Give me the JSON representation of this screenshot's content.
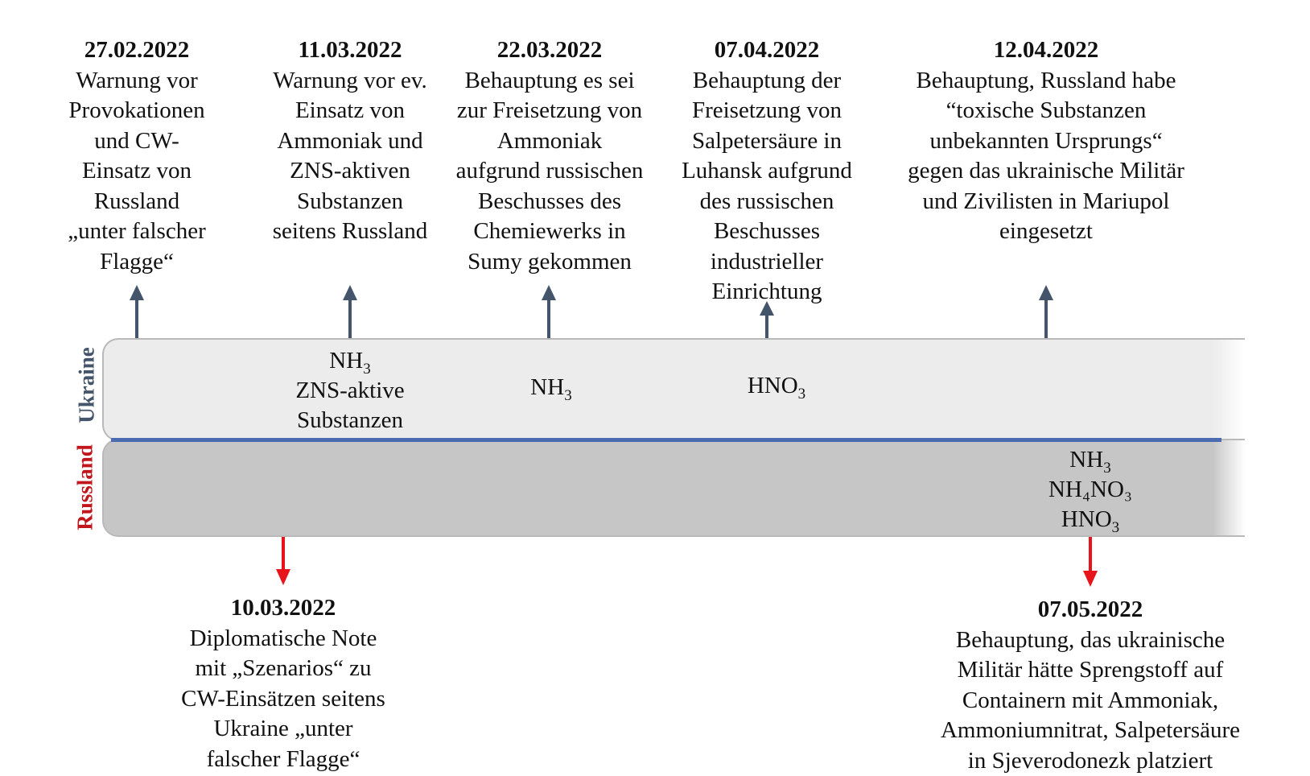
{
  "colors": {
    "up_arrow": "#44546a",
    "down_arrow": "#e8141c",
    "ukraine_band": "#ececec",
    "russia_band": "#c6c6c6",
    "divider": "#4a6bb0",
    "ukraine_label": "#44546a",
    "russia_label": "#c0161c"
  },
  "bands": {
    "ukraine_label": "Ukraine",
    "russia_label": "Russland"
  },
  "ukraine_events": [
    {
      "date": "27.02.2022",
      "text": "Warnung vor\nProvokationen\nund CW-\nEinsatz von\nRussland\n„unter falscher\nFlagge“"
    },
    {
      "date": "11.03.2022",
      "text": "Warnung vor ev.\nEinsatz von\nAmmoniak und\nZNS-aktiven\nSubstanzen\nseitens Russland"
    },
    {
      "date": "22.03.2022",
      "text": "Behauptung es sei\nzur Freisetzung von\nAmmoniak\naufgrund russischen\nBeschusses des\nChemiewerks in\nSumy gekommen"
    },
    {
      "date": "07.04.2022",
      "text": "Behauptung der\nFreisetzung von\nSalpetersäure in\nLuhansk aufgrund\ndes russischen\nBeschusses\nindustrieller\nEinrichtung"
    },
    {
      "date": "12.04.2022",
      "text": "Behauptung, Russland habe\n“toxische Substanzen\nunbekannten Ursprungs“\ngegen das ukrainische Militär\nund Zivilisten in Mariupol\neingesetzt"
    }
  ],
  "russia_events": [
    {
      "date": "10.03.2022",
      "text": "Diplomatische Note\nmit „Szenarios“ zu\nCW-Einsätzen seitens\nUkraine „unter\nfalscher Flagge“"
    },
    {
      "date": "07.05.2022",
      "text": "Behauptung, das ukrainische\nMilitär hätte Sprengstoff auf\nContainern mit Ammoniak,\nAmmoniumnitrat, Salpetersäure\nin Sjeverodonezk platziert"
    }
  ],
  "substances": {
    "s1": {
      "nh_base": "NH",
      "nh_sub": "3",
      "line2": "ZNS-aktive",
      "line3": "Substanzen"
    },
    "s2": {
      "base": "NH",
      "sub": "3"
    },
    "s3": {
      "base": "HNO",
      "sub": "3"
    },
    "s4": {
      "nh_base": "NH",
      "nh_sub": "3",
      "line2": "NH₄NO₃",
      "hno_base": "HNO",
      "hno_sub": "3"
    }
  }
}
